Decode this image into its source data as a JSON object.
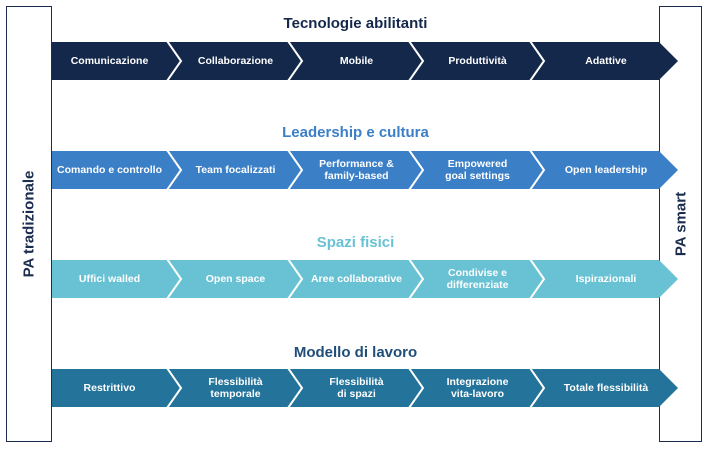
{
  "left_label": "PA tradizionale",
  "right_label": "PA smart",
  "rows": [
    {
      "title": "Tecnologie abilitanti",
      "title_color": "#14284b",
      "band_color": "#14284b",
      "items": [
        "Comunicazione",
        "Collaborazione",
        "Mobile",
        "Produttività",
        "Adattive"
      ]
    },
    {
      "title": "Leadership e cultura",
      "title_color": "#3b7fc7",
      "band_color": "#3b7fc7",
      "items": [
        "Comando e controllo",
        "Team focalizzati",
        "Performance &\nfamily-based",
        "Empowered\ngoal settings",
        "Open leadership"
      ]
    },
    {
      "title": "Spazi fisici",
      "title_color": "#69c2d4",
      "band_color": "#69c2d4",
      "items": [
        "Uffici walled",
        "Open space",
        "Aree collaborative",
        "Condivise e\ndifferenziate",
        "Ispirazionali"
      ]
    },
    {
      "title": "Modello di lavoro",
      "title_color": "#1f4e79",
      "band_color": "#23739a",
      "items": [
        "Restrittivo",
        "Flessibilità\ntemporale",
        "Flessibilità\ndi spazi",
        "Integrazione\nvita-lavoro",
        "Totale flessibilità"
      ]
    }
  ]
}
